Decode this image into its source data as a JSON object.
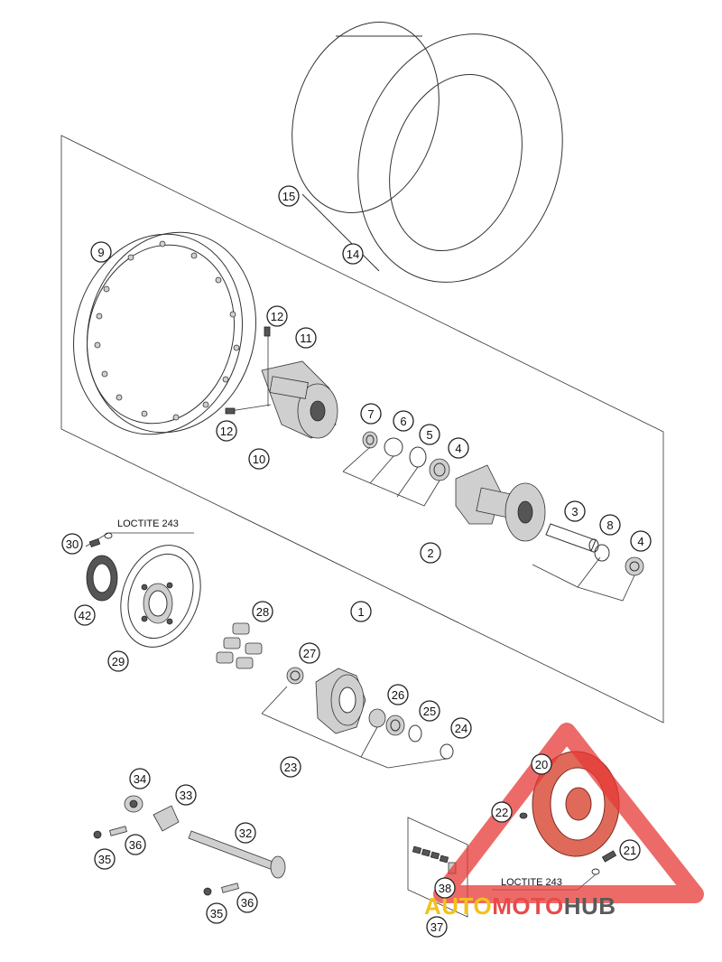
{
  "callouts": [
    {
      "id": "c1",
      "label": "1"
    },
    {
      "id": "c2",
      "label": "2"
    },
    {
      "id": "c3",
      "label": "3"
    },
    {
      "id": "c4a",
      "label": "4"
    },
    {
      "id": "c4b",
      "label": "4"
    },
    {
      "id": "c5",
      "label": "5"
    },
    {
      "id": "c6",
      "label": "6"
    },
    {
      "id": "c7",
      "label": "7"
    },
    {
      "id": "c8",
      "label": "8"
    },
    {
      "id": "c9",
      "label": "9"
    },
    {
      "id": "c10",
      "label": "10"
    },
    {
      "id": "c11",
      "label": "11"
    },
    {
      "id": "c12a",
      "label": "12"
    },
    {
      "id": "c12b",
      "label": "12"
    },
    {
      "id": "c14",
      "label": "14"
    },
    {
      "id": "c15",
      "label": "15"
    },
    {
      "id": "c20",
      "label": "20"
    },
    {
      "id": "c21",
      "label": "21"
    },
    {
      "id": "c22",
      "label": "22"
    },
    {
      "id": "c23",
      "label": "23"
    },
    {
      "id": "c24",
      "label": "24"
    },
    {
      "id": "c25",
      "label": "25"
    },
    {
      "id": "c26",
      "label": "26"
    },
    {
      "id": "c27",
      "label": "27"
    },
    {
      "id": "c28",
      "label": "28"
    },
    {
      "id": "c29",
      "label": "29"
    },
    {
      "id": "c30",
      "label": "30"
    },
    {
      "id": "c32",
      "label": "32"
    },
    {
      "id": "c33",
      "label": "33"
    },
    {
      "id": "c34",
      "label": "34"
    },
    {
      "id": "c35a",
      "label": "35"
    },
    {
      "id": "c35b",
      "label": "35"
    },
    {
      "id": "c36a",
      "label": "36"
    },
    {
      "id": "c36b",
      "label": "36"
    },
    {
      "id": "c37",
      "label": "37"
    },
    {
      "id": "c38",
      "label": "38"
    },
    {
      "id": "c42",
      "label": "42"
    }
  ],
  "notes": {
    "loctite_top": "LOCTITE 243",
    "loctite_bottom": "LOCTITE 243"
  },
  "watermark": {
    "part1": "AUTO",
    "part2": "MOTO",
    "part3": "HUB",
    "colors": {
      "auto": "#f2c21b",
      "moto": "#e84a4a",
      "hub": "#5a5a5a",
      "triangle": "#e53935"
    }
  }
}
